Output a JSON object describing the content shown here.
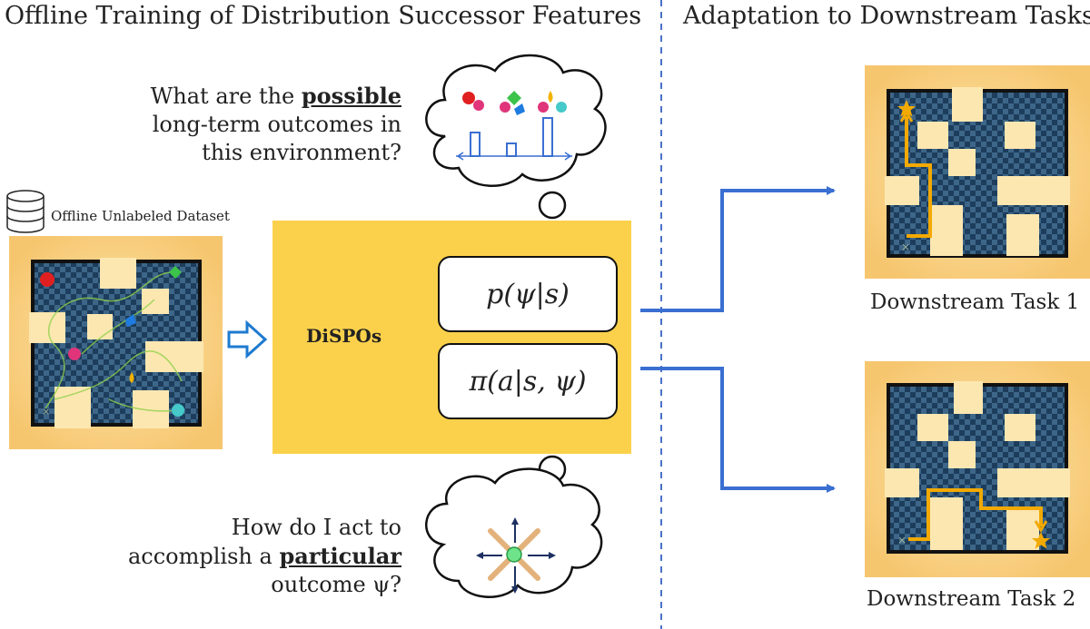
{
  "headings": {
    "left": "Offline Training of Distribution Successor Features",
    "right": "Adaptation to Downstream Tasks"
  },
  "dataset": {
    "label": "Offline Unlabeled Dataset"
  },
  "questions": {
    "top": {
      "pre": "What are the ",
      "bold": "possible",
      "line2": "long-term outcomes in",
      "line3": "this environment?"
    },
    "bottom": {
      "line1": "How do I act to",
      "pre": "accomplish a ",
      "bold": "particular",
      "line3": "outcome ψ?"
    }
  },
  "model": {
    "name": "DiSPOs",
    "outcome_model": "p(ψ|s)",
    "policy": "π(a|s, ψ)"
  },
  "tasks": [
    {
      "caption": "Downstream Task 1"
    },
    {
      "caption": "Downstream Task 2"
    }
  ],
  "colors": {
    "accent_blue": "#3a6fd1",
    "box_yellow": "#fbd14b",
    "path_orange": "#f2a900",
    "maze_dark": "#1d3d5c"
  }
}
